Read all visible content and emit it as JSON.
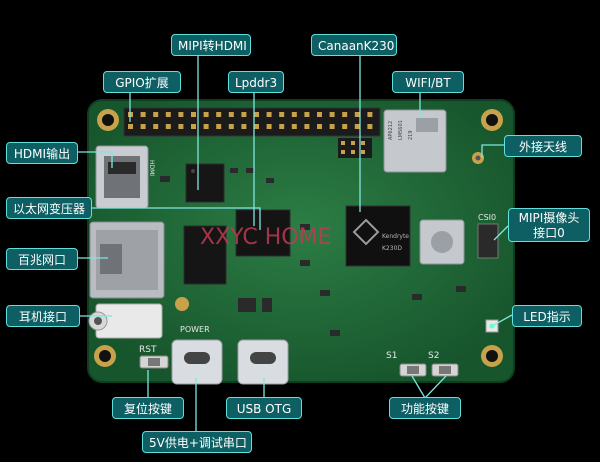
{
  "labels": {
    "gpio": "GPIO扩展",
    "mipi_hdmi": "MIPI转HDMI",
    "lpddr3": "Lpddr3",
    "canaan": "CanaanK230",
    "wifi": "WIFI/BT",
    "hdmi_out": "HDMI输出",
    "ext_antenna": "外接天线",
    "transformer": "以太网变压器",
    "mipi_cam_line1": "MIPI摄像头",
    "mipi_cam_line2": "接口0",
    "ethernet": "百兆网口",
    "led": "LED指示",
    "earphone": "耳机接口",
    "reset": "复位按键",
    "usb_otg": "USB OTG",
    "function_keys": "功能按键",
    "power_serial": "5V供电+调试串口"
  },
  "silkscreen": {
    "power": "POWER",
    "rst": "RST",
    "s1": "S1",
    "s2": "S2",
    "csi0": "CSI0",
    "hdmi_mark": "HDMI",
    "soc_text": "Kendryte",
    "soc_model": "K230D",
    "wifi_chip_1": "AP6212",
    "wifi_chip_2": "LM5601",
    "wifi_chip_3": "219"
  },
  "watermark": "XXYC HOME",
  "colors": {
    "board": "#1f6b3a",
    "label_fill": "#0d5f63",
    "label_border": "#5fe0dc",
    "leader": "#7fe6e0"
  }
}
